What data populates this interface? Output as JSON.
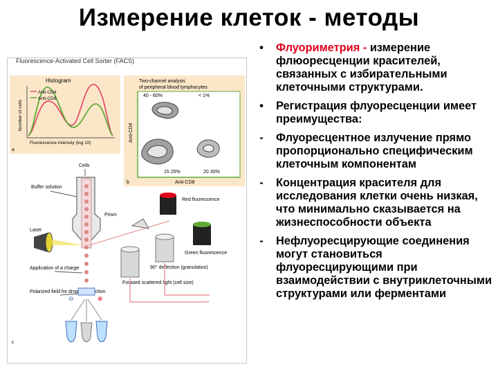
{
  "slide": {
    "title": "Измерение клеток - методы"
  },
  "figure": {
    "header": "Fluorescence-Activated Cell Sorter (FACS)",
    "histogram": {
      "title": "Histogram",
      "legend": [
        "Anti-CD4",
        "Anti-CD8"
      ],
      "ylabel": "Number of cells",
      "xlabel": "Fluorescence intensity (log 10)",
      "panel": "a"
    },
    "two_channel": {
      "title_line1": "Two-channel analysis",
      "title_line2": "of peripheral blood lymphocytes",
      "ylabel": "Anti-CD4",
      "xlabel": "Anti-CD8",
      "q_top_left": "40 - 60%",
      "q_top_right": "< 1%",
      "q_bottom_left": "15   25%",
      "q_bottom_right": "20   30%",
      "panel": "b"
    },
    "apparatus": {
      "cells": "Cells",
      "buffer": "Buffer solution",
      "laser": "Laser",
      "charge": "Application of a charge",
      "polarized": "Polarized field for droplet deflection",
      "prism": "Prism",
      "red_fluor": "Red fluorescence",
      "green_fluor": "Green fluorescence",
      "deflection": "90° deflection (granulation)",
      "forward": "Forward scattered light (cell size)",
      "minus": "⊖",
      "plus": "⊕",
      "panel": "c"
    }
  },
  "bullets": [
    {
      "marker": "•",
      "heading": "Флуориметрия - ",
      "text": "измерение флюоресценции красителей, связанных с избирательными клеточными структурами."
    },
    {
      "marker": "•",
      "heading": "",
      "text": "Регистрация флуоресценции имеет преимущества:"
    },
    {
      "marker": "-",
      "heading": "",
      "text": "Флуоресцентное излучение прямо пропорционально специфическим клеточным компонентам"
    },
    {
      "marker": "-",
      "heading": "",
      "text": "Концентрация красителя для исследования клетки очень низкая, что минимально сказывается на жизнеспособности объекта"
    },
    {
      "marker": "-",
      "heading": "",
      "text": "Нефлуоресцирующие соединения могут становиться флуоресцирующими при взаимодействии с внутриклеточными структурами или ферментами"
    }
  ],
  "colors": {
    "cd4_curve": "#e0506a",
    "cd8_curve": "#5faa3a",
    "panel_bg": "#fbe7c8",
    "heading_red": "#e0001a"
  }
}
